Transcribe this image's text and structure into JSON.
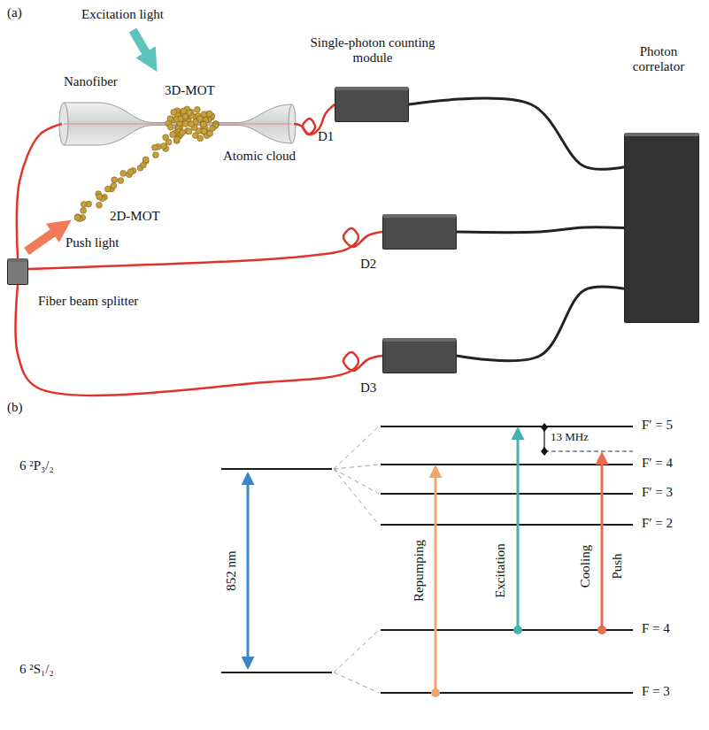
{
  "diagram": {
    "nodes": [
      {
        "text": [
          "Nanofiber"
        ]
      },
      {
        "text": [
          "Single-photon counting module",
          "D1"
        ]
      },
      {
        "text": [
          "D2"
        ]
      },
      {
        "text": [
          "D3"
        ]
      },
      {
        "text": [
          "Photon correlator"
        ]
      },
      {
        "text": [
          "Fiber beam splitter"
        ]
      }
    ],
    "edges": [
      {
        "from": 0,
        "to": 1,
        "arrow": "none"
      },
      {
        "from": 0,
        "to": 5,
        "arrow": "none"
      },
      {
        "from": 5,
        "to": 2,
        "arrow": "none"
      },
      {
        "from": 5,
        "to": 3,
        "arrow": "none"
      },
      {
        "from": 1,
        "to": 4,
        "arrow": "none"
      },
      {
        "from": 2,
        "to": 4,
        "arrow": "none"
      },
      {
        "from": 3,
        "to": 4,
        "arrow": "none"
      }
    ],
    "labels": [
      "(a)",
      "Excitation light",
      "3D-MOT",
      "Atomic cloud",
      "2D-MOT",
      "Push light",
      "(b)",
      "6 ²P₃/₂",
      "6 ²S₁/₂",
      "852 nm",
      "13 MHz",
      "F′ = 5",
      "F′ = 4",
      "F′ = 3",
      "F′ = 2",
      "F = 4",
      "F = 3",
      "Repumping",
      "Excitation",
      "Cooling",
      "Push"
    ]
  }
}
